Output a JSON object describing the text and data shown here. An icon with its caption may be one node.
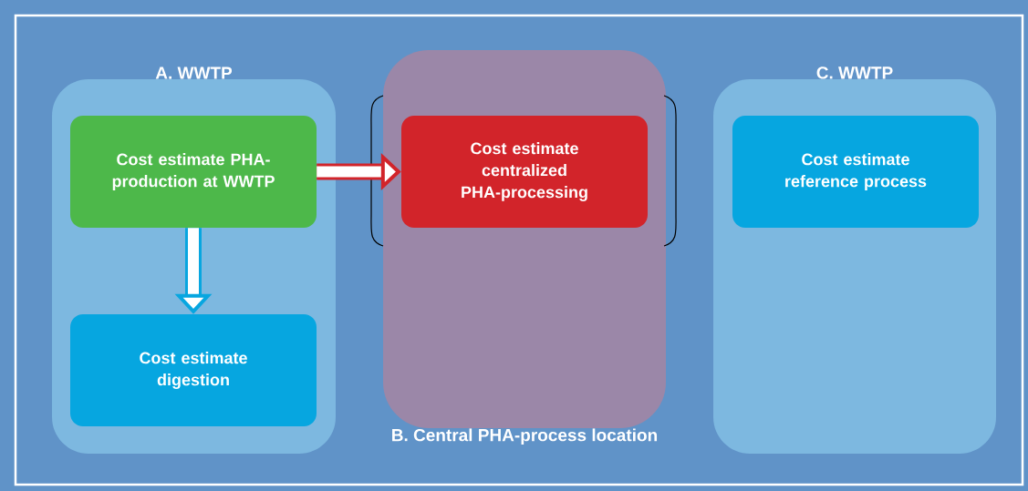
{
  "diagram": {
    "nodes": [
      {
        "text": [
          "A. WWTP"
        ]
      },
      {
        "text": [
          "Cost estimate PHA-production at WWTP"
        ],
        "in": 0
      },
      {
        "text": [
          "Cost estimate digestion"
        ],
        "in": 0
      },
      {
        "text": [
          "B. Central PHA-process location"
        ]
      },
      {
        "text": [
          "Cost estimate centralized PHA-processing"
        ],
        "in": 3
      },
      {
        "text": [
          "C. WWTP"
        ]
      },
      {
        "text": [
          "Cost estimate reference process"
        ],
        "in": 5
      }
    ],
    "edges": [
      {
        "from": 1,
        "to": 4,
        "arrow": "to",
        "color": "#d2242a"
      },
      {
        "from": 1,
        "to": 2,
        "arrow": "to",
        "color": "#07a6e0"
      }
    ]
  }
}
